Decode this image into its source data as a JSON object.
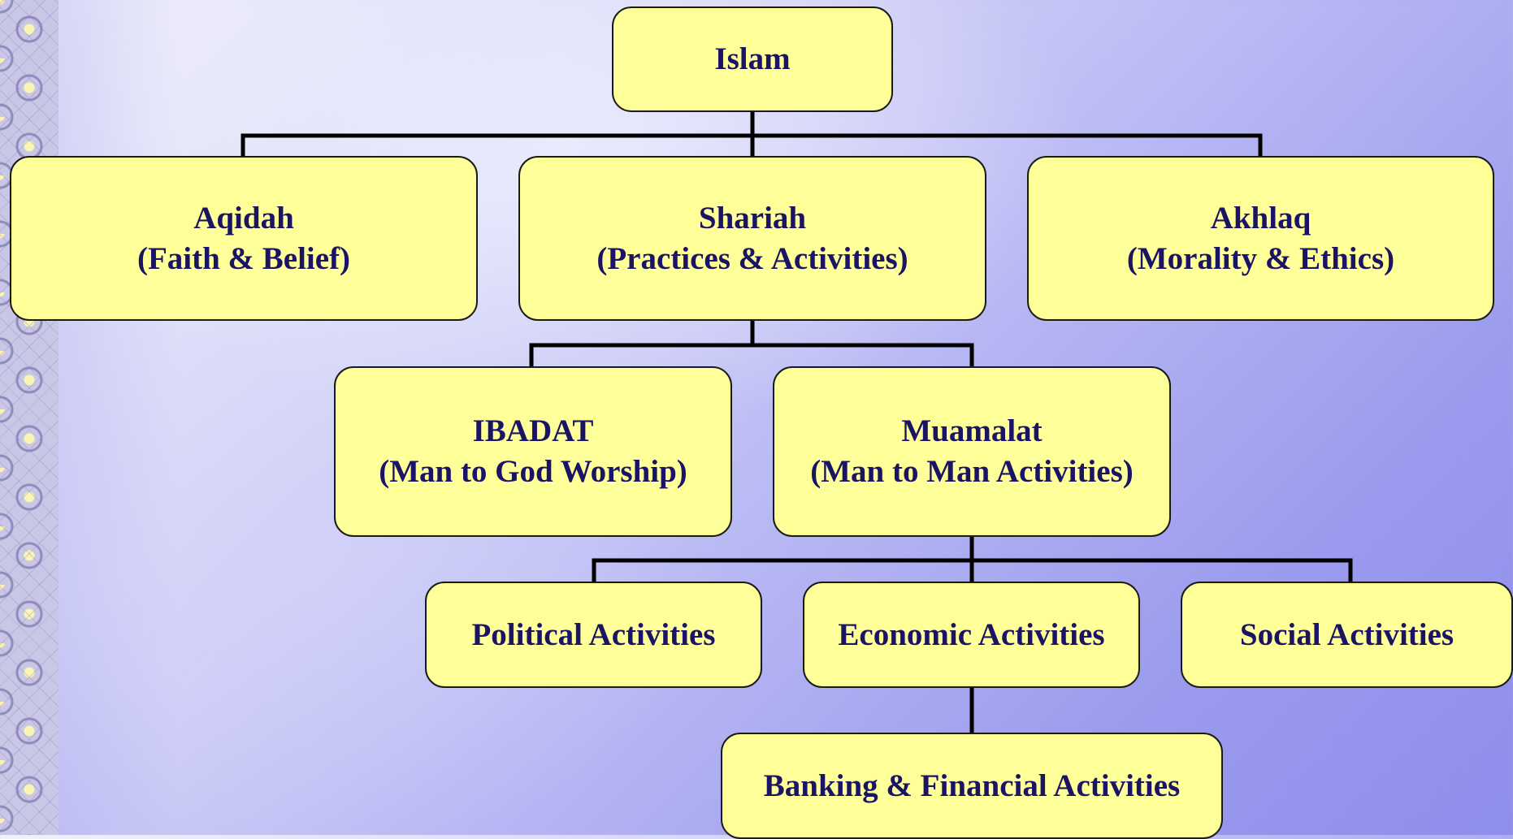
{
  "diagram": {
    "root": {
      "label": "Islam"
    },
    "aqidah": {
      "title": "Aqidah",
      "subtitle": "(Faith & Belief)"
    },
    "shariah": {
      "title": "Shariah",
      "subtitle": "(Practices & Activities)"
    },
    "akhlaq": {
      "title": "Akhlaq",
      "subtitle": "(Morality & Ethics)"
    },
    "ibadat": {
      "title": "IBADAT",
      "subtitle": "(Man to God Worship)"
    },
    "muamalat": {
      "title": "Muamalat",
      "subtitle": "(Man to Man Activities)"
    },
    "political": {
      "label": "Political Activities"
    },
    "economic": {
      "label": "Economic Activities"
    },
    "social": {
      "label": "Social Activities"
    },
    "banking": {
      "label": "Banking & Financial Activities"
    }
  },
  "colors": {
    "node_fill": "#ffff99",
    "node_border": "#1a1a1a",
    "text": "#1b1464",
    "connector": "#000000"
  }
}
